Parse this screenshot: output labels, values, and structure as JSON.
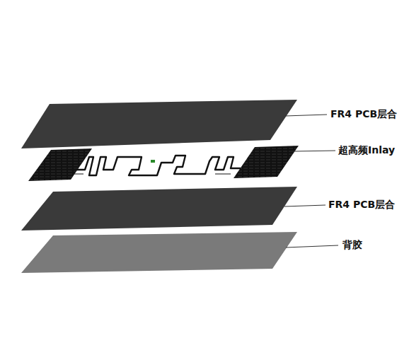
{
  "diagram": {
    "labels": [
      "FR4 PCB层合",
      "超高频Inlay",
      "FR4 PCB层合",
      "背胶"
    ]
  }
}
